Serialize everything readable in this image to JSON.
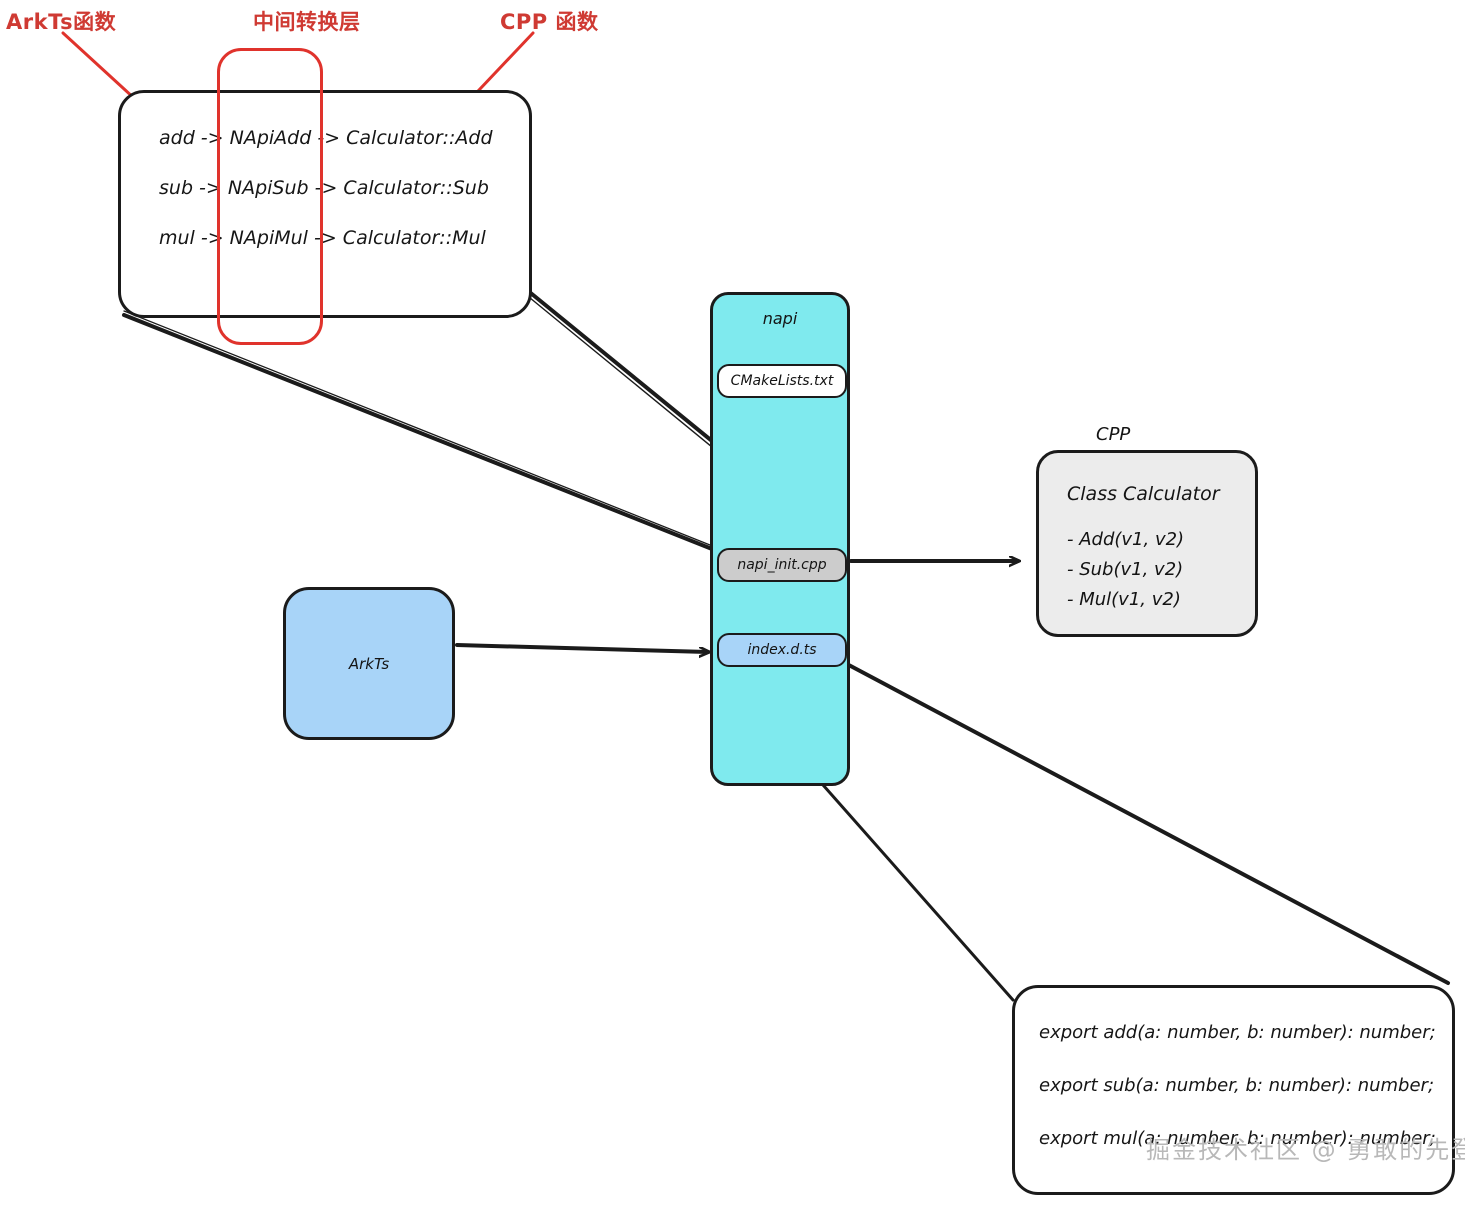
{
  "annotations": {
    "arkts_functions": "ArkTs函数",
    "middle_layer": "中间转换层",
    "cpp_functions": "CPP 函数"
  },
  "mapping_box": {
    "lines": [
      "add -> NApiAdd -> Calculator::Add",
      "sub -> NApiSub -> Calculator::Sub",
      "mul -> NApiMul -> Calculator::Mul"
    ]
  },
  "napi_column": {
    "title": "napi",
    "files": [
      {
        "name": "CMakeLists.txt",
        "fill": "#FFFFFF"
      },
      {
        "name": "napi_init.cpp",
        "fill": "#CCCCCC"
      },
      {
        "name": "index.d.ts",
        "fill": "#A8D4F8"
      }
    ]
  },
  "arkts_box": {
    "label": "ArkTs"
  },
  "cpp_box": {
    "title": "CPP",
    "class_name": "Class Calculator",
    "methods": [
      "- Add(v1, v2)",
      "- Sub(v1, v2)",
      "- Mul(v1, v2)"
    ]
  },
  "export_box": {
    "lines": [
      "export add(a: number, b: number): number;",
      "export sub(a: number, b: number): number;",
      "export mul(a: number, b: number): number;"
    ]
  },
  "watermark": {
    "text": "掘金技术社区 @ 勇敢的先登"
  },
  "colors": {
    "napi_fill": "#7FEAEE",
    "arkts_fill": "#A8D4F8",
    "cpp_fill": "#ECECEC",
    "napi_init_fill": "#CCCCCC",
    "annotation_red": "#CF3A33",
    "stroke": "#1B1B1B"
  }
}
